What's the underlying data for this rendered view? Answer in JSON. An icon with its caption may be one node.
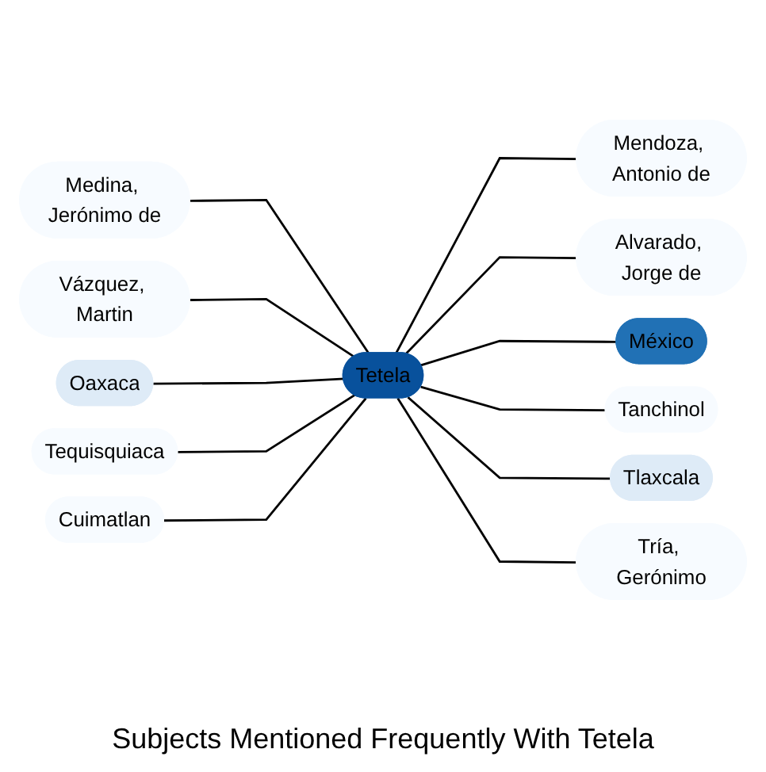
{
  "diagram": {
    "title": "Subjects Mentioned Frequently With Tetela",
    "nodes": [
      {
        "text": [
          "Medina, Jerónimo de"
        ]
      },
      {
        "text": [
          "Mendoza, Antonio de"
        ]
      },
      {
        "text": [
          "Vázquez, Martin"
        ]
      },
      {
        "text": [
          "Alvarado, Jorge de"
        ]
      },
      {
        "text": [
          "México"
        ]
      },
      {
        "text": [
          "Oaxaca"
        ]
      },
      {
        "text": [
          "Tetela"
        ]
      },
      {
        "text": [
          "Tanchinol"
        ]
      },
      {
        "text": [
          "Tlaxcala"
        ]
      },
      {
        "text": [
          "Tequisquiaca"
        ]
      },
      {
        "text": [
          "Cuimatlan"
        ]
      },
      {
        "text": [
          "Tría, Gerónimo"
        ]
      }
    ],
    "edges": [
      {
        "from": 0,
        "to": 6,
        "arrow": "none"
      },
      {
        "from": 6,
        "to": 1,
        "arrow": "none"
      },
      {
        "from": 2,
        "to": 6,
        "arrow": "none"
      },
      {
        "from": 6,
        "to": 3,
        "arrow": "none"
      },
      {
        "from": 6,
        "to": 4,
        "arrow": "none"
      },
      {
        "from": 5,
        "to": 6,
        "arrow": "none"
      },
      {
        "from": 6,
        "to": 7,
        "arrow": "none"
      },
      {
        "from": 6,
        "to": 8,
        "arrow": "none"
      },
      {
        "from": 9,
        "to": 6,
        "arrow": "none"
      },
      {
        "from": 10,
        "to": 6,
        "arrow": "none"
      },
      {
        "from": 6,
        "to": 11,
        "arrow": "none"
      }
    ]
  }
}
